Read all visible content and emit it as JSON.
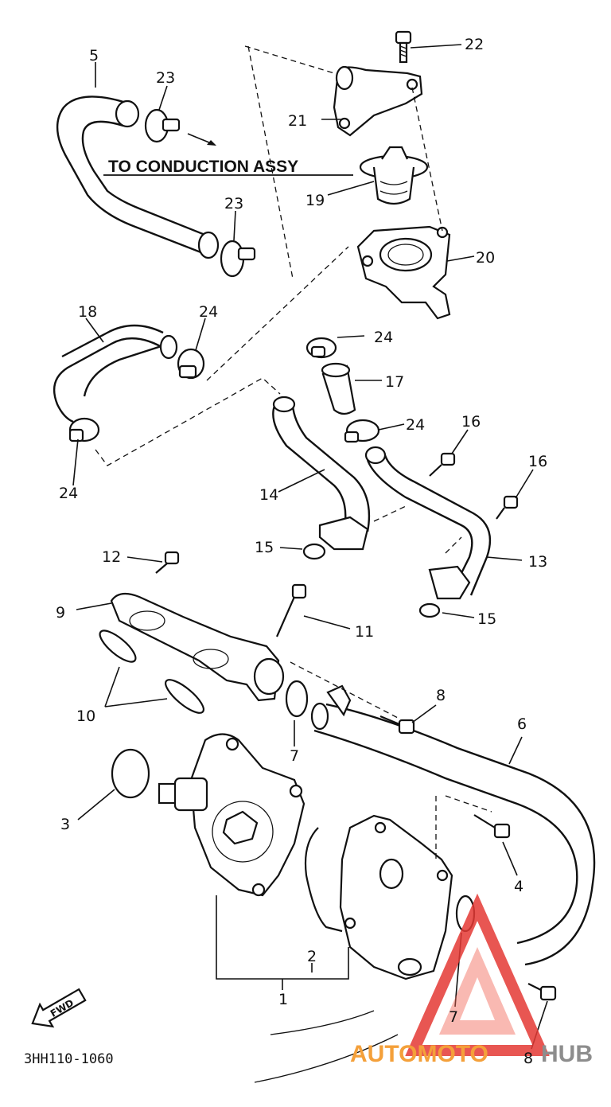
{
  "diagram": {
    "note": "TO CONDUCTION ASSY",
    "code": "3HH110-1060",
    "fwd": "FWD",
    "watermark": {
      "part1": "AUTOMOTO",
      "part2": "HUB"
    },
    "callouts": {
      "c22": "22",
      "c21": "21",
      "c19": "19",
      "c20": "20",
      "c5": "5",
      "c23a": "23",
      "c23b": "23",
      "c18": "18",
      "c24a": "24",
      "c24b": "24",
      "c24c": "24",
      "c24d": "24",
      "c17": "17",
      "c16a": "16",
      "c16b": "16",
      "c14": "14",
      "c15a": "15",
      "c13": "13",
      "c15b": "15",
      "c12": "12",
      "c9": "9",
      "c11": "11",
      "c10": "10",
      "c8a": "8",
      "c6": "6",
      "c7a": "7",
      "c3": "3",
      "c4": "4",
      "c2": "2",
      "c1": "1",
      "c7b": "7",
      "c8b": "8"
    }
  }
}
